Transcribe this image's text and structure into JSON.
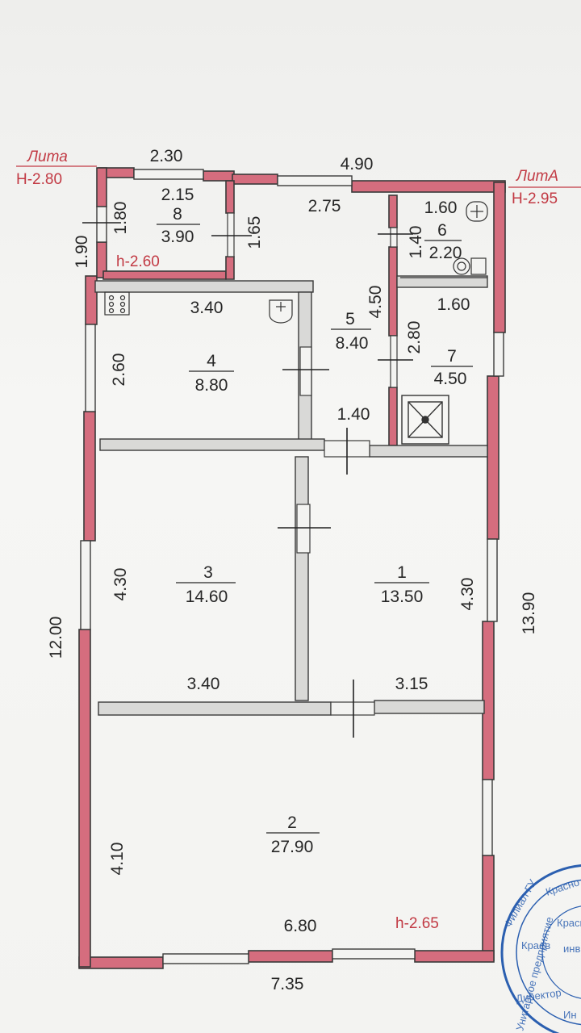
{
  "left_label": {
    "name": "Лита",
    "height": "Н-2.80"
  },
  "right_label": {
    "name": "ЛитА",
    "height": "Н-2.95"
  },
  "ceiling_heights": {
    "room8": "h-2.60",
    "room2": "h-2.65"
  },
  "rooms": [
    {
      "number": "1",
      "area": "13.50"
    },
    {
      "number": "2",
      "area": "27.90"
    },
    {
      "number": "3",
      "area": "14.60"
    },
    {
      "number": "4",
      "area": "8.80"
    },
    {
      "number": "5",
      "area": "8.40"
    },
    {
      "number": "6",
      "area": "2.20"
    },
    {
      "number": "7",
      "area": "4.50"
    },
    {
      "number": "8",
      "area": "3.90"
    }
  ],
  "dimensions": {
    "top_left": "2.30",
    "top_right": "4.90",
    "room8_width": "2.15",
    "room8_height": "1.80",
    "left_upper": "1.90",
    "room5_width": "2.75",
    "room5_partition": "1.65",
    "room6_width": "1.60",
    "room6_height": "1.40",
    "room4_width": "3.40",
    "room4_height": "2.60",
    "room5_height": "4.50",
    "room7_width": "1.60",
    "room7_height": "2.80",
    "door_width": "1.40",
    "room3_height": "4.30",
    "room1_height": "4.30",
    "overall_left": "12.00",
    "overall_right": "13.90",
    "room3_width": "3.40",
    "room1_width": "3.15",
    "room2_height": "4.10",
    "room2_width": "6.80",
    "overall_bottom": "7.35"
  },
  "stamp_text": [
    "Красно",
    "Филиал ГУ",
    "Красн",
    "Краев",
    "инв",
    "Директор",
    "Ин",
    "Унитарное предприятие"
  ]
}
